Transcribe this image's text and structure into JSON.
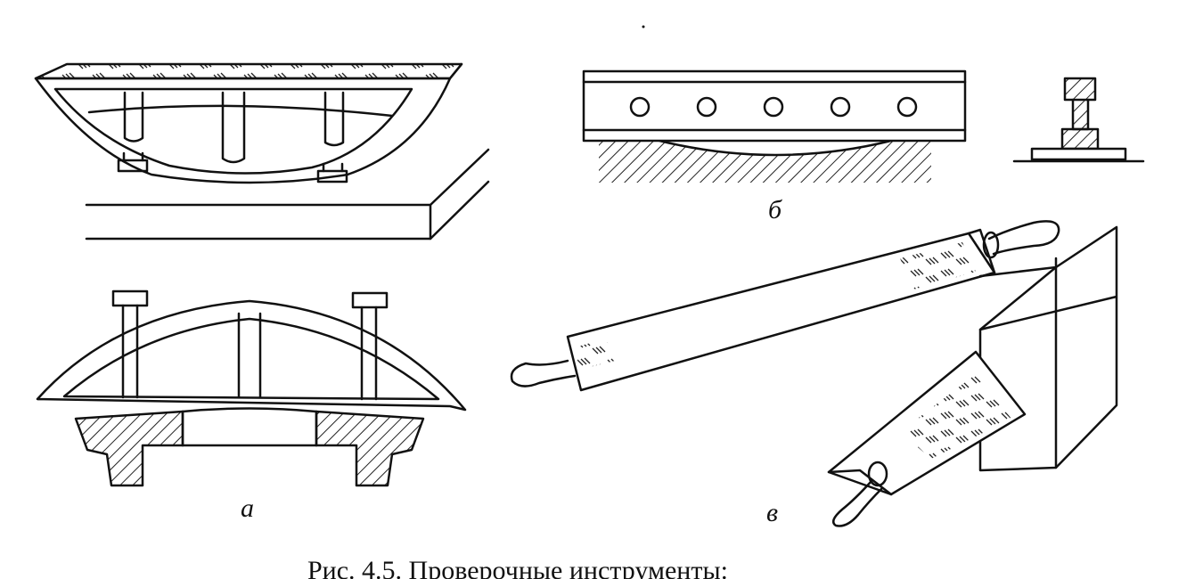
{
  "labels": {
    "a": "а",
    "b": "б",
    "v": "в"
  },
  "caption": "Рис. 4.5. Проверочные инструменты:"
}
